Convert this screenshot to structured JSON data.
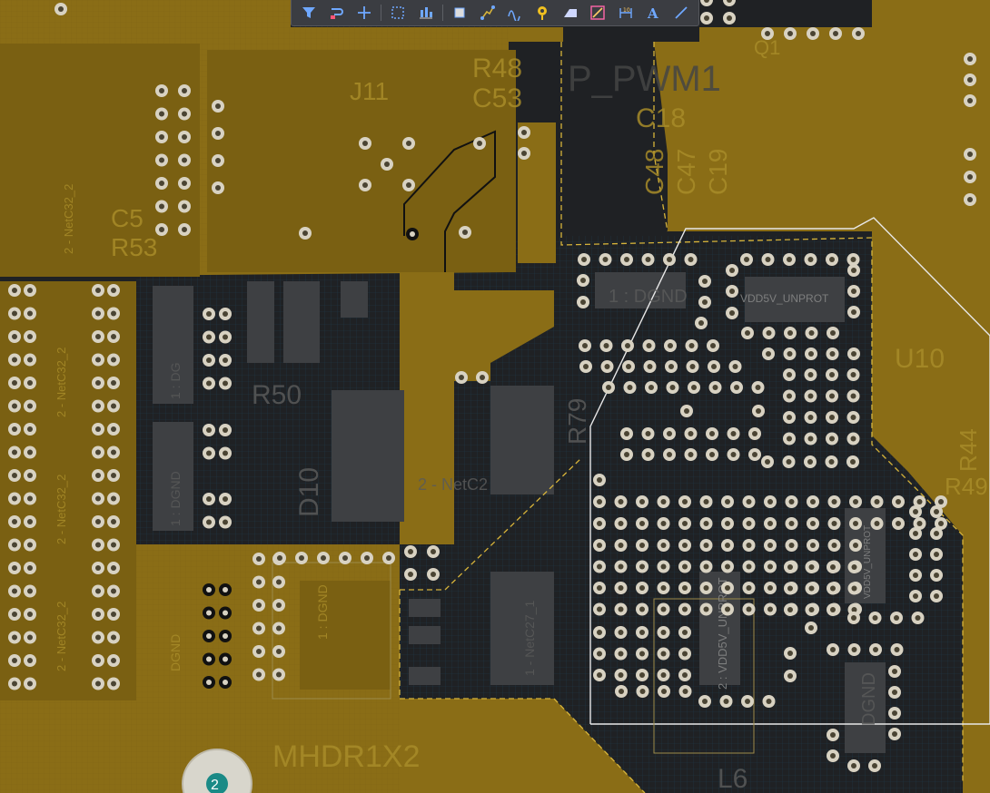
{
  "colors": {
    "board_bg": "#1f2124",
    "copper_pour": "#8a6d16",
    "copper_pour_dark": "#6f5710",
    "silkscreen": "#9c8a4a",
    "pad_ring": "#d8d2c2",
    "pad_hole": "#3a3a32",
    "keepout_white": "#e8e8e8",
    "dashed_outline": "#d7b43a",
    "grid_blue": "#1f4d66",
    "component_gray": "#3e4043",
    "net_teal": "#1a8a86"
  },
  "toolbar": {
    "tools": [
      {
        "name": "filter-icon",
        "tip": "Filter"
      },
      {
        "name": "route-selection-icon",
        "tip": "Select"
      },
      {
        "name": "crosshair-icon",
        "tip": "Move"
      },
      {
        "name": "select-rect-icon",
        "tip": "Select Area"
      },
      {
        "name": "align-icon",
        "tip": "Align"
      },
      {
        "name": "place-component-icon",
        "tip": "Component"
      },
      {
        "name": "route-icon",
        "tip": "Route"
      },
      {
        "name": "diff-pair-icon",
        "tip": "Differential Pair"
      },
      {
        "name": "via-icon",
        "tip": "Via"
      },
      {
        "name": "polygon-icon",
        "tip": "Polygon"
      },
      {
        "name": "keepout-icon",
        "tip": "Keepout"
      },
      {
        "name": "dimension-icon",
        "tip": "Dimension"
      },
      {
        "name": "text-icon",
        "tip": "Text"
      },
      {
        "name": "line-icon",
        "tip": "Line"
      }
    ]
  },
  "silk_labels": {
    "p_pwm1": "P_PWM1",
    "r48": "R48",
    "c53": "C53",
    "c48": "C48",
    "c47": "C47",
    "c19": "C19",
    "c18": "C18",
    "j11": "J11",
    "r50": "R50",
    "d10": "D10",
    "r79": "R79",
    "u10": "U10",
    "mhdr1x2": "MHDR1X2",
    "l6": "L6",
    "q1": "Q1",
    "c5": "C5",
    "r53": "R53",
    "r44": "R44",
    "r49": "R49",
    "net_c32_a": "2 - NetC32_2",
    "net_c32_b": "2 - NetC32_2",
    "net_c32_c": "2 - NetC32_2",
    "net_c32_d": "2 - NetC32_2",
    "dgnd_a": "1 : DG",
    "dgnd_b": "1 : DGND",
    "dgnd_c": "DGND",
    "dgnd_d": "1 : DGND",
    "vdd5v_a": "VDD5V_UNPROT",
    "vdd5v_b": "2 : VDD5V_UNPROT",
    "vdd5v_c": "VDD5V_UNPROT",
    "dgnd_e": "DGND",
    "netc27": "1 - NetC27_1",
    "dgnd_f": "1 : DGND",
    "n_c2": "2 - NetC2",
    "badge": "2"
  }
}
